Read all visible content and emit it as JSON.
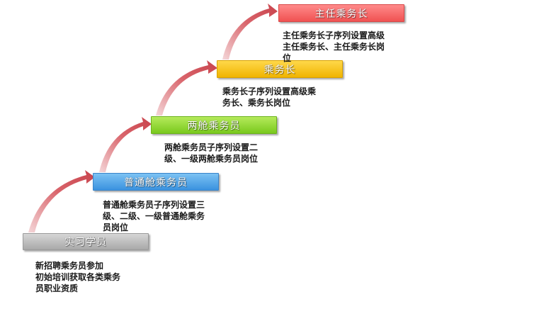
{
  "colors": {
    "arrow": "#c8434c",
    "arrow_fade": "#f4d6d8",
    "trainee": "#b3b3b3",
    "crew": "#4aa0e6",
    "two_cabin": "#86d12a",
    "purser": "#f7c414",
    "chief_purser": "#f45f5f"
  },
  "levels": [
    {
      "label": "实习学员",
      "description": "新招聘乘务员参加\n初始培训获取各类乘务\n员职业资质"
    },
    {
      "label": "普通舱乘务员",
      "description": "普通舱乘务员子序列设置三\n级、二级、一级普通舱乘务\n员岗位"
    },
    {
      "label": "两舱乘务员",
      "description": "两舱乘务员子序列设置二\n级、一级两舱乘务员岗位"
    },
    {
      "label": "乘务长",
      "description": "乘务长子序列设置高级乘\n务长、乘务长岗位"
    },
    {
      "label": "主任乘务长",
      "description": "主任乘务长子序列设置高级\n主任乘务长、主任乘务长岗\n位"
    }
  ]
}
